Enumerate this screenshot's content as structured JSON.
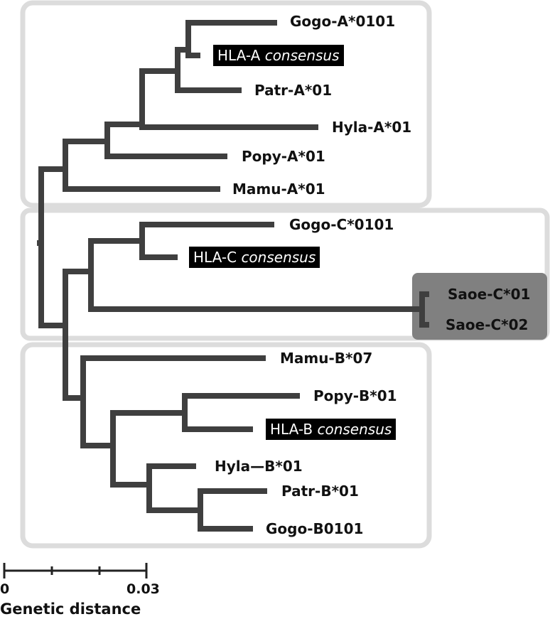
{
  "groups": {
    "hla_a": {
      "leaves": [
        {
          "key": "gogo_a",
          "label": "Gogo-A*0101"
        },
        {
          "key": "hla_a",
          "prefix": "HLA-A",
          "suffix": "consensus"
        },
        {
          "key": "patr_a",
          "label": "Patr-A*01"
        },
        {
          "key": "hyla_a",
          "label": "Hyla-A*01"
        },
        {
          "key": "popy_a",
          "label": "Popy-A*01"
        },
        {
          "key": "mamu_a",
          "label": "Mamu-A*01"
        }
      ]
    },
    "hla_c": {
      "leaves": [
        {
          "key": "gogo_c",
          "label": "Gogo-C*0101"
        },
        {
          "key": "hla_c",
          "prefix": "HLA-C",
          "suffix": "consensus"
        },
        {
          "key": "saoe_c1",
          "label": "Saoe-C*01"
        },
        {
          "key": "saoe_c2",
          "label": "Saoe-C*02"
        }
      ]
    },
    "hla_b": {
      "leaves": [
        {
          "key": "mamu_b",
          "label": "Mamu-B*07"
        },
        {
          "key": "popy_b",
          "label": "Popy-B*01"
        },
        {
          "key": "hla_b",
          "prefix": "HLA-B",
          "suffix": "consensus"
        },
        {
          "key": "hyla_b",
          "label": "Hyla—B*01"
        },
        {
          "key": "patr_b",
          "label": "Patr-B*01"
        },
        {
          "key": "gogo_b",
          "label": "Gogo-B0101"
        }
      ]
    }
  },
  "colors": {
    "branch": "#3f3f3f",
    "group_box_border": "#dcdcdc",
    "saoe_box_fill": "#808080",
    "highlight_label_bg": "#000000"
  },
  "scale_bar": {
    "min_label": "0",
    "max_label": "0.03",
    "title": "Genetic distance"
  }
}
